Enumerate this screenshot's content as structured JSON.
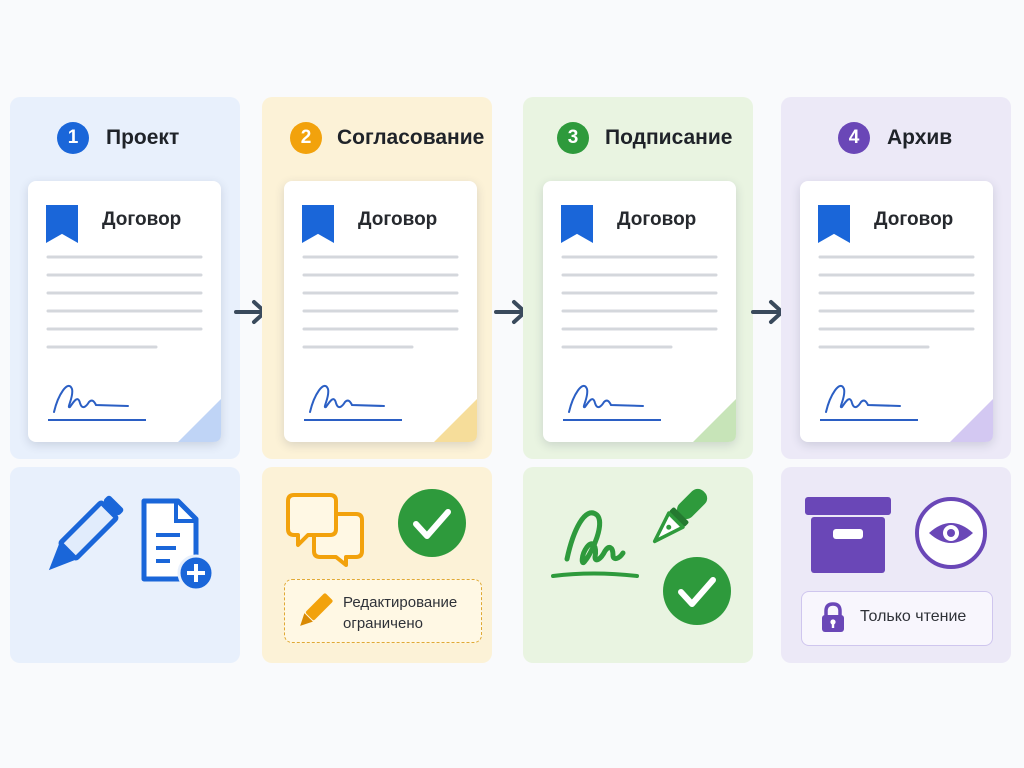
{
  "steps": [
    {
      "number": "1",
      "title": "Проект",
      "doc_title": "Договор",
      "color": "#1a66d9",
      "fold": "#bfd4f6"
    },
    {
      "number": "2",
      "title": "Согласование",
      "doc_title": "Договор",
      "color": "#f2a20c",
      "fold": "#f6dd9a"
    },
    {
      "number": "3",
      "title": "Подписание",
      "doc_title": "Договор",
      "color": "#2e9a3c",
      "fold": "#c7e4b8"
    },
    {
      "number": "4",
      "title": "Архив",
      "doc_title": "Договор",
      "color": "#6a47b7",
      "fold": "#d3c8f2"
    }
  ],
  "approval_note": {
    "line1": "Редактирование",
    "line2": "ограничено"
  },
  "archive_note": {
    "label": "Только чтение"
  },
  "icons": [
    "pencil-icon",
    "document-add-icon",
    "chat-bubbles-icon",
    "check-circle-icon",
    "pencil-icon",
    "signature-icon",
    "fountain-pen-icon",
    "check-circle-icon",
    "archive-box-icon",
    "eye-icon",
    "lock-icon"
  ],
  "colors": {
    "arrow": "#3a4a5c",
    "signature": "#2b5fc4",
    "line": "#d4d7dc"
  }
}
